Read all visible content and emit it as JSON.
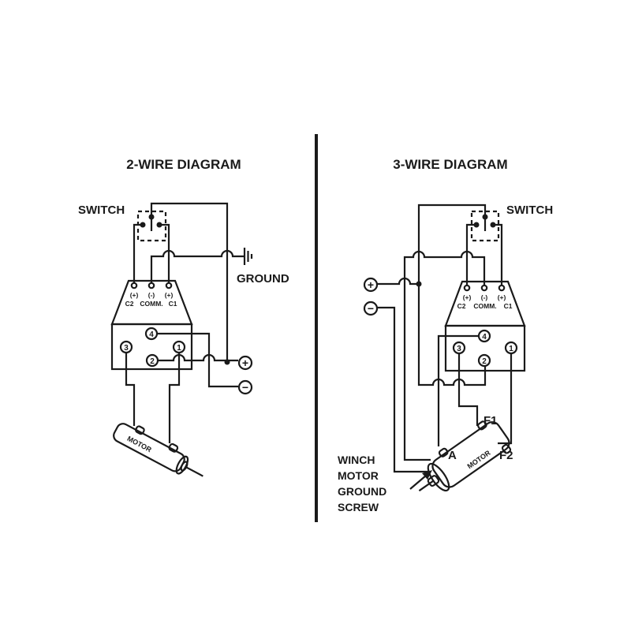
{
  "left": {
    "title": "2-WIRE DIAGRAM",
    "switch_label": "SWITCH",
    "ground_label": "GROUND",
    "terminals": {
      "c2_sign": "(+)",
      "comm_sign": "(-)",
      "c1_sign": "(+)",
      "c2": "C2",
      "comm": "COMM.",
      "c1": "C1"
    },
    "posts": [
      "1",
      "2",
      "3",
      "4"
    ],
    "plus": "+",
    "minus": "−",
    "motor_label": "MOTOR"
  },
  "right": {
    "title": "3-WIRE DIAGRAM",
    "switch_label": "SWITCH",
    "terminals": {
      "c2_sign": "(+)",
      "comm_sign": "(-)",
      "c1_sign": "(+)",
      "c2": "C2",
      "comm": "COMM.",
      "c1": "C1"
    },
    "posts": [
      "1",
      "2",
      "3",
      "4"
    ],
    "plus": "+",
    "minus": "−",
    "motor_label": "MOTOR",
    "motor_terminals": {
      "a": "A",
      "f1": "F1",
      "f2": "F2"
    },
    "ground_screw_label": [
      "WINCH",
      "MOTOR",
      "GROUND",
      "SCREW"
    ]
  }
}
